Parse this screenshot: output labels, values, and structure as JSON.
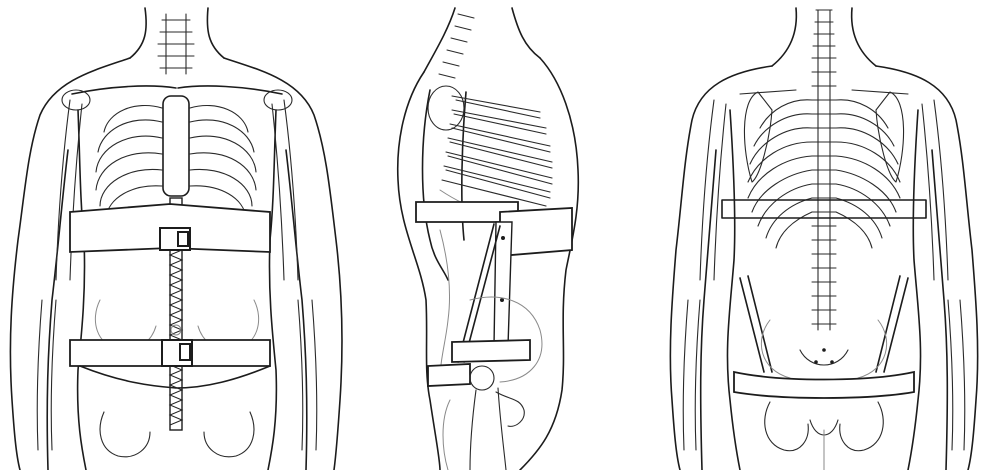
{
  "figure": {
    "views": [
      {
        "id": "front",
        "icon": "anterior-brace-view"
      },
      {
        "id": "side",
        "icon": "lateral-brace-view"
      },
      {
        "id": "back",
        "icon": "posterior-brace-view"
      }
    ],
    "colors": {
      "ink": "#1c1c1c",
      "background": "#ffffff",
      "faint": "#8a8a8a"
    }
  }
}
